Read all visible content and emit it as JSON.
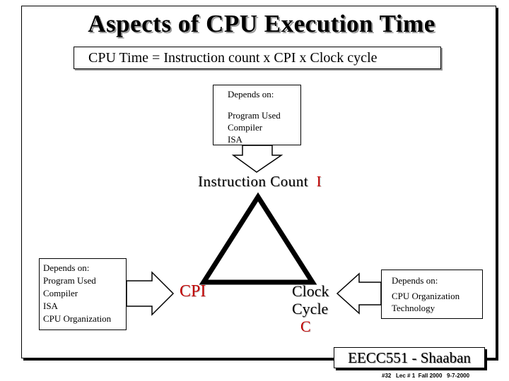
{
  "title": "Aspects of CPU Execution Time",
  "formula": "CPU Time = Instruction count  x  CPI  x  Clock cycle",
  "instruction_count_box": {
    "header": "Depends on:",
    "items": [
      "Program Used",
      "Compiler",
      "ISA"
    ]
  },
  "instruction_count_label": {
    "text": "Instruction Count",
    "letter": "I"
  },
  "cpi_box": {
    "header": "Depends on:",
    "items": [
      "Program Used",
      "Compiler",
      "ISA",
      "CPU Organization"
    ]
  },
  "cpi_label": "CPI",
  "clock_box": {
    "header": "Depends on:",
    "items": [
      "CPU Organization",
      "Technology"
    ]
  },
  "clock_label": {
    "line1": "Clock",
    "line2": "Cycle",
    "letter": "C"
  },
  "footer": {
    "course": "EECC551 - Shaaban",
    "slide_info": "#32   Lec # 1  Fall 2000   9-7-2000"
  },
  "colors": {
    "accent": "#c00000",
    "text": "#000000"
  }
}
